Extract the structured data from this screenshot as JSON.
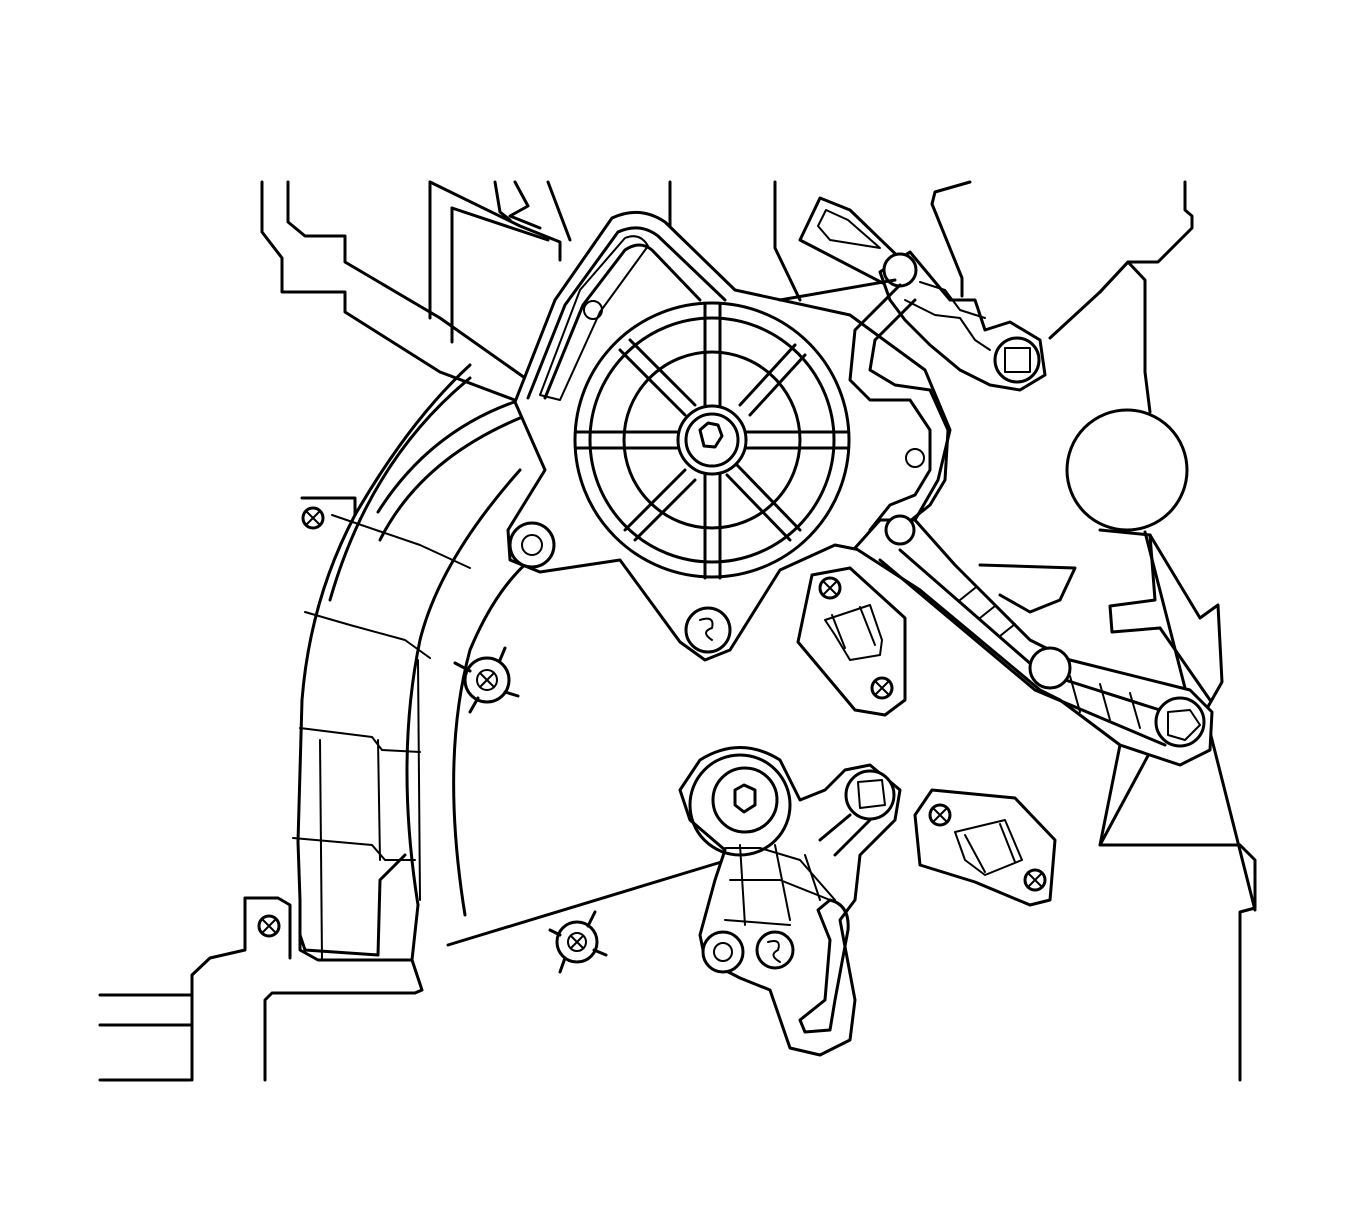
{
  "figure": {
    "line_color": "#000000",
    "background_color": "#ffffff",
    "components": [
      "hvac-case-housing",
      "actuator-motor",
      "actuator-lever-arm-upper",
      "door-link-lever-lower",
      "door-shaft-crank-right",
      "door-shaft-crank-upper-right",
      "door-shaft-crank-center",
      "mounting-bracket-right",
      "mounting-bracket-lower-right",
      "screw-icon",
      "fastener-location-icon"
    ]
  }
}
